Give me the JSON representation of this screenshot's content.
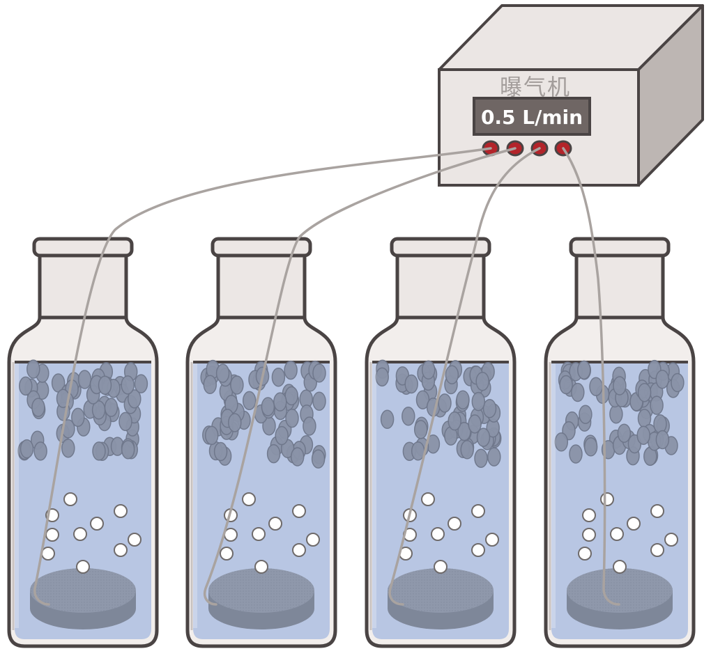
{
  "aerator": {
    "label": "曝气机",
    "flow_display": "0.5 L/min",
    "outlet_count": 4,
    "outlet_color": "#b3242a"
  },
  "bottles": {
    "count": 4,
    "liquid_color": "#b8c6e3",
    "particle_color": "#8a93a8",
    "bubble_color": "#ffffff",
    "diffuser_color": "#8f98ab",
    "tube_color": "#a9a3a0",
    "outline_color": "#4a4444"
  }
}
